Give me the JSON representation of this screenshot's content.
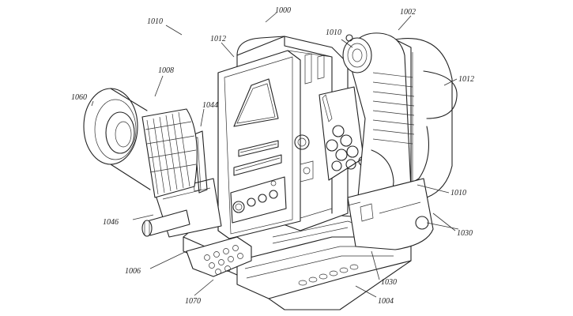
{
  "labels": {
    "l1000": "1000",
    "l1002": "1002",
    "l1004": "1004",
    "l1006": "1006",
    "l1008": "1008",
    "l1010a": "1010",
    "l1010b": "1010",
    "l1010c": "1010",
    "l1012a": "1012",
    "l1012b": "1012",
    "l1030a": "1030",
    "l1030b": "1030",
    "l1044": "1044",
    "l1046": "1046",
    "l1060": "1060",
    "l1070": "1070"
  },
  "colors": {
    "line": "#222222",
    "background": "#ffffff"
  }
}
